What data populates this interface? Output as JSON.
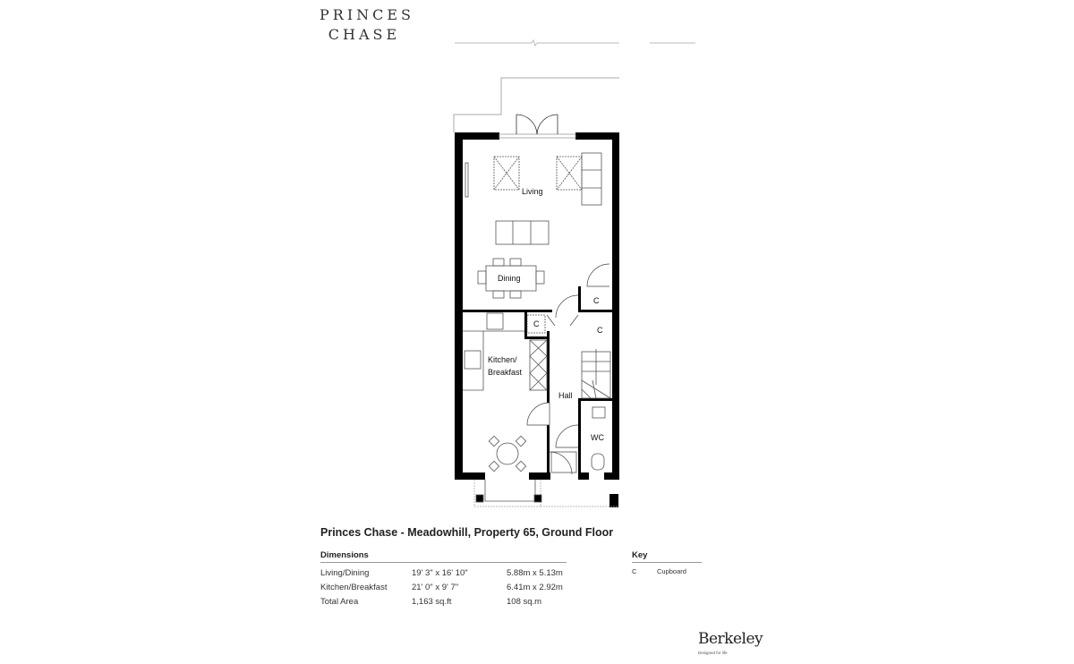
{
  "brand": {
    "line1": "PRINCES",
    "line2": "CHASE"
  },
  "rooms": {
    "living": "Living",
    "dining": "Dining",
    "kitchen_line1": "Kitchen/",
    "kitchen_line2": "Breakfast",
    "hall": "Hall",
    "wc": "WC",
    "cupboard_1": "C",
    "cupboard_2": "C",
    "cupboard_3": "C"
  },
  "title": "Princes Chase - Meadowhill, Property 65, Ground Floor",
  "dimensions": {
    "header": "Dimensions",
    "rows": [
      {
        "room": "Living/Dining",
        "imperial": "19' 3\" x 16' 10\"",
        "metric": "5.88m x 5.13m"
      },
      {
        "room": "Kitchen/Breakfast",
        "imperial": "21' 0\" x 9' 7\"",
        "metric": "6.41m x 2.92m"
      },
      {
        "room": "Total Area",
        "imperial": "1,163 sq.ft",
        "metric": "108 sq.m"
      }
    ]
  },
  "key": {
    "header": "Key",
    "items": [
      {
        "code": "C",
        "meaning": "Cupboard"
      }
    ]
  },
  "logo": {
    "name": "Berkeley",
    "tagline": "Designed for life"
  }
}
